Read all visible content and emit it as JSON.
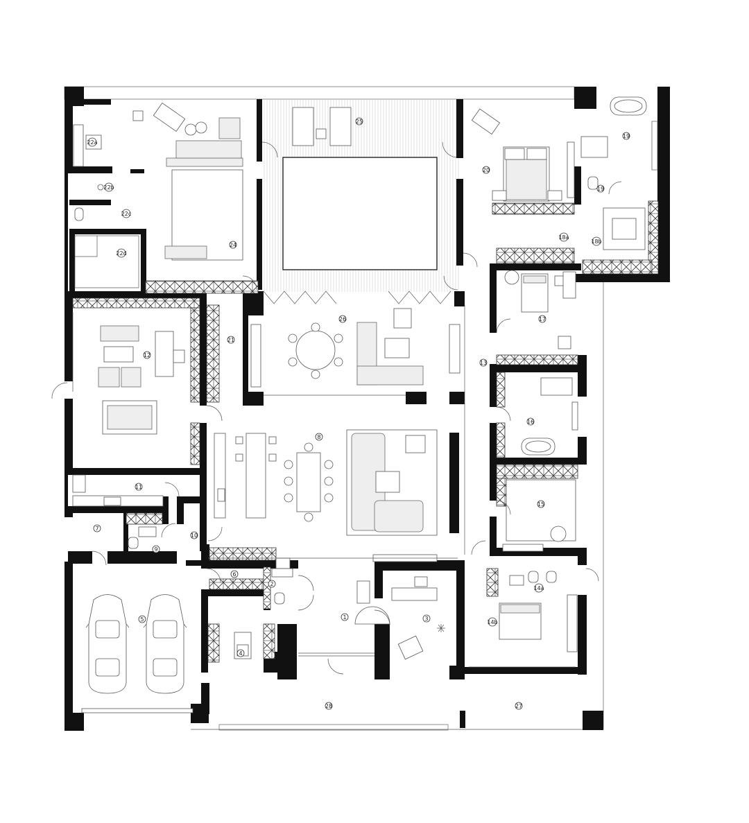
{
  "room_numbers": [
    "1",
    "2",
    "3",
    "4",
    "5",
    "6",
    "7",
    "8",
    "9",
    "10",
    "11",
    "12",
    "13",
    "14a",
    "14b",
    "15",
    "16",
    "17",
    "18a",
    "18b",
    "19",
    "19",
    "20",
    "21",
    "22a",
    "22b",
    "22c",
    "22d",
    "24",
    "25",
    "26",
    "27",
    "28"
  ],
  "icons": {
    "car": "car-icon",
    "pool": "pool-icon",
    "bathtub": "bathtub-icon"
  },
  "colors": {
    "wall": "#111111",
    "background": "#ffffff",
    "furniture": "#eeeeee"
  }
}
